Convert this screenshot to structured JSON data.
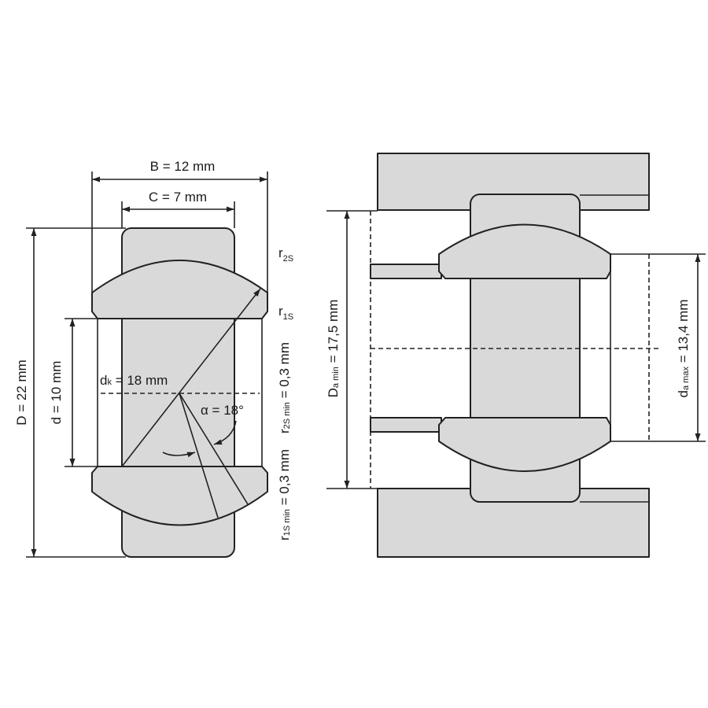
{
  "colors": {
    "part_fill": "#d9d9d9",
    "line": "#222222"
  },
  "left_view": {
    "B": "B = 12 mm",
    "C": "C = 7 mm",
    "D": "D = 22 mm",
    "d": "d = 10 mm",
    "dk_main": "d",
    "dk_sub": "k",
    "dk_value": " = 18 mm",
    "alpha": "α = 18°",
    "r2s_main": "r",
    "r2s_sub": "2S",
    "r1s_main": "r",
    "r1s_sub": "1S",
    "r2s_min_main": "r",
    "r2s_min_sub": "2S min",
    "r2s_min_value": " = 0,3 mm",
    "r1s_min_main": "r",
    "r1s_min_sub": "1S min",
    "r1s_min_value": " = 0,3 mm"
  },
  "right_view": {
    "Da_main": "D",
    "Da_sub": "a min",
    "Da_value": " = 17,5 mm",
    "da_main": "d",
    "da_sub": "a max",
    "da_value": " = 13,4 mm"
  }
}
